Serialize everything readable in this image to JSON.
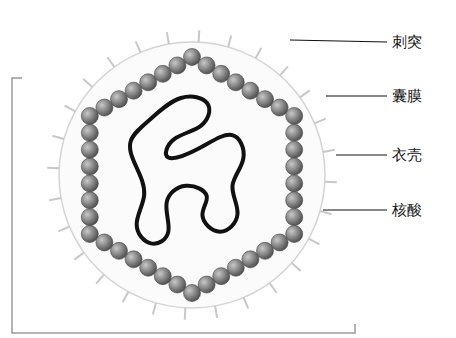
{
  "diagram": {
    "labels": [
      "刺突",
      "囊膜",
      "衣壳",
      "核酸"
    ]
  }
}
